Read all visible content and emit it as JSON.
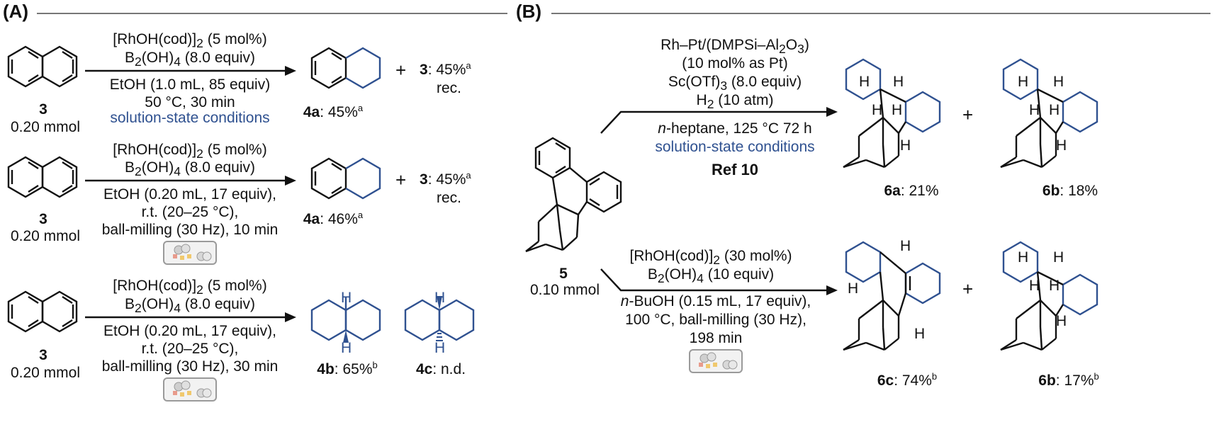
{
  "panelA": {
    "label": "(A)",
    "rows": [
      {
        "substrate_num": "3",
        "substrate_amount": "0.20 mmol",
        "cond_top": [
          "[RhOH(cod)]",
          "2",
          " (5 mol%)"
        ],
        "cond_reagent": [
          "B",
          "2",
          "(OH)",
          "4",
          " (8.0 equiv)"
        ],
        "cond_bottom": [
          "EtOH (1.0 mL, 85 equiv)",
          "50 °C, 30 min"
        ],
        "cond_note": "solution-state conditions",
        "product_num": "4a",
        "product_yield": ": 45%",
        "product_sup": "a",
        "plus": "+",
        "rec_num": "3",
        "rec_yield": ": 45%",
        "rec_sup": "a",
        "rec_text": "rec."
      },
      {
        "substrate_num": "3",
        "substrate_amount": "0.20 mmol",
        "cond_top": [
          "[RhOH(cod)]",
          "2",
          " (5 mol%)"
        ],
        "cond_reagent": [
          "B",
          "2",
          "(OH)",
          "4",
          " (8.0 equiv)"
        ],
        "cond_bottom": [
          "EtOH (0.20 mL, 17 equiv),",
          "r.t. (20–25 °C),",
          "ball-milling (30 Hz), 10 min"
        ],
        "product_num": "4a",
        "product_yield": ": 46%",
        "product_sup": "a",
        "plus": "+",
        "rec_num": "3",
        "rec_yield": ": 45%",
        "rec_sup": "a",
        "rec_text": "rec."
      },
      {
        "substrate_num": "3",
        "substrate_amount": "0.20 mmol",
        "cond_top": [
          "[RhOH(cod)]",
          "2",
          " (5 mol%)"
        ],
        "cond_reagent": [
          "B",
          "2",
          "(OH)",
          "4",
          " (8.0 equiv)"
        ],
        "cond_bottom": [
          "EtOH (0.20 mL, 17 equiv),",
          "r.t. (20–25 °C),",
          "ball-milling (30 Hz), 30 min"
        ],
        "product_num": "4b",
        "product_yield": ": 65%",
        "product_sup": "b",
        "product2_num": "4c",
        "product2_yield": ": n.d.",
        "H": "H"
      }
    ]
  },
  "panelB": {
    "label": "(B)",
    "substrate_num": "5",
    "substrate_amount": "0.10 mmol",
    "top": {
      "cond_lines": [
        "Rh–Pt/(DMPSi–Al",
        "2",
        "O",
        "3",
        ")"
      ],
      "cond_line2": "(10 mol% as Pt)",
      "cond_line3a": "Sc(OTf)",
      "cond_line3b": "3",
      "cond_line3c": " (8.0 equiv)",
      "cond_line4a": "H",
      "cond_line4b": "2",
      "cond_line4c": " (10 atm)",
      "cond_line5a": "n",
      "cond_line5b": "-heptane, 125 °C 72 h",
      "cond_note": "solution-state conditions",
      "ref": "Ref 10",
      "p1_num": "6a",
      "p1_yield": ": 21%",
      "plus": "+",
      "p2_num": "6b",
      "p2_yield": ": 18%"
    },
    "bottom": {
      "cond_line1a": "[RhOH(cod)]",
      "cond_line1b": "2",
      "cond_line1c": " (30 mol%)",
      "cond_line2a": "B",
      "cond_line2b": "2",
      "cond_line2c": "(OH)",
      "cond_line2d": "4",
      "cond_line2e": " (10 equiv)",
      "cond_line3a": "n",
      "cond_line3b": "-BuOH (0.15 mL, 17 equiv),",
      "cond_line4": "100 °C, ball-milling (30 Hz),",
      "cond_line5": "198 min",
      "p1_num": "6c",
      "p1_yield": ": 74%",
      "p1_sup": "b",
      "plus": "+",
      "p2_num": "6b",
      "p2_yield": ": 17%",
      "p2_sup": "b"
    },
    "H": "H"
  },
  "colors": {
    "product_blue": "#2f5190",
    "rule_gray": "#777777"
  },
  "icons": [
    "ball-mill-jar-icon"
  ]
}
